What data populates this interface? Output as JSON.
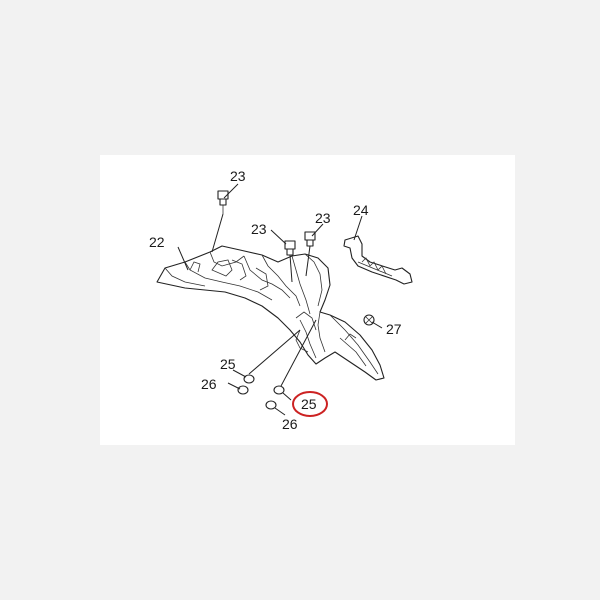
{
  "callouts": [
    {
      "id": "c23a",
      "text": "23"
    },
    {
      "id": "c23b",
      "text": "23"
    },
    {
      "id": "c23c",
      "text": "23"
    },
    {
      "id": "c24",
      "text": "24"
    },
    {
      "id": "c22",
      "text": "22"
    },
    {
      "id": "c27",
      "text": "27"
    },
    {
      "id": "c25a",
      "text": "25"
    },
    {
      "id": "c26a",
      "text": "26"
    },
    {
      "id": "c25b",
      "text": "25"
    },
    {
      "id": "c26b",
      "text": "26"
    }
  ],
  "highlight": {
    "text": "25",
    "color": "#cc2222"
  },
  "colors": {
    "background": "#f2f2f2",
    "canvas": "#ffffff",
    "line": "#222222"
  }
}
